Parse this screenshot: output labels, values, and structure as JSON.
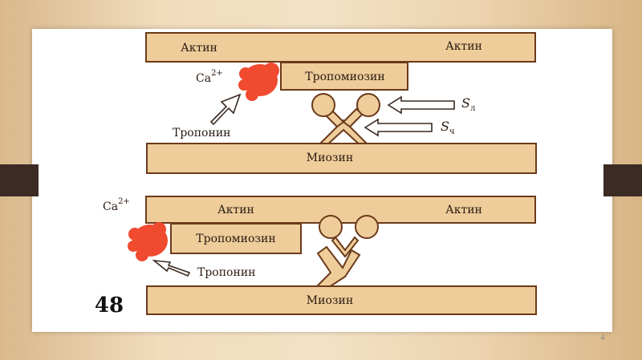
{
  "colors": {
    "filament": "#eecd9a",
    "outline": "#6b3a1a",
    "troponin": "#f04a2f",
    "background": "#ffffff",
    "frame": "#3b2b24"
  },
  "slide_number_label": "48",
  "page_number": "4",
  "top_panel": {
    "actin_left": "Актин",
    "actin_right": "Актин",
    "tropomyosin": "Тропомиозин",
    "myosin": "Миозин",
    "troponin": "Тропонин",
    "calcium": "Ca",
    "calcium_charge": "2+",
    "s_upper": "S",
    "s_upper_sub": "л",
    "s_lower": "S",
    "s_lower_sub": "ч"
  },
  "bottom_panel": {
    "actin_left": "Актин",
    "actin_right": "Актин",
    "tropomyosin": "Тропомиозин",
    "myosin": "Миозин",
    "troponin": "Тропонин",
    "calcium": "Ca",
    "calcium_charge": "2+"
  }
}
